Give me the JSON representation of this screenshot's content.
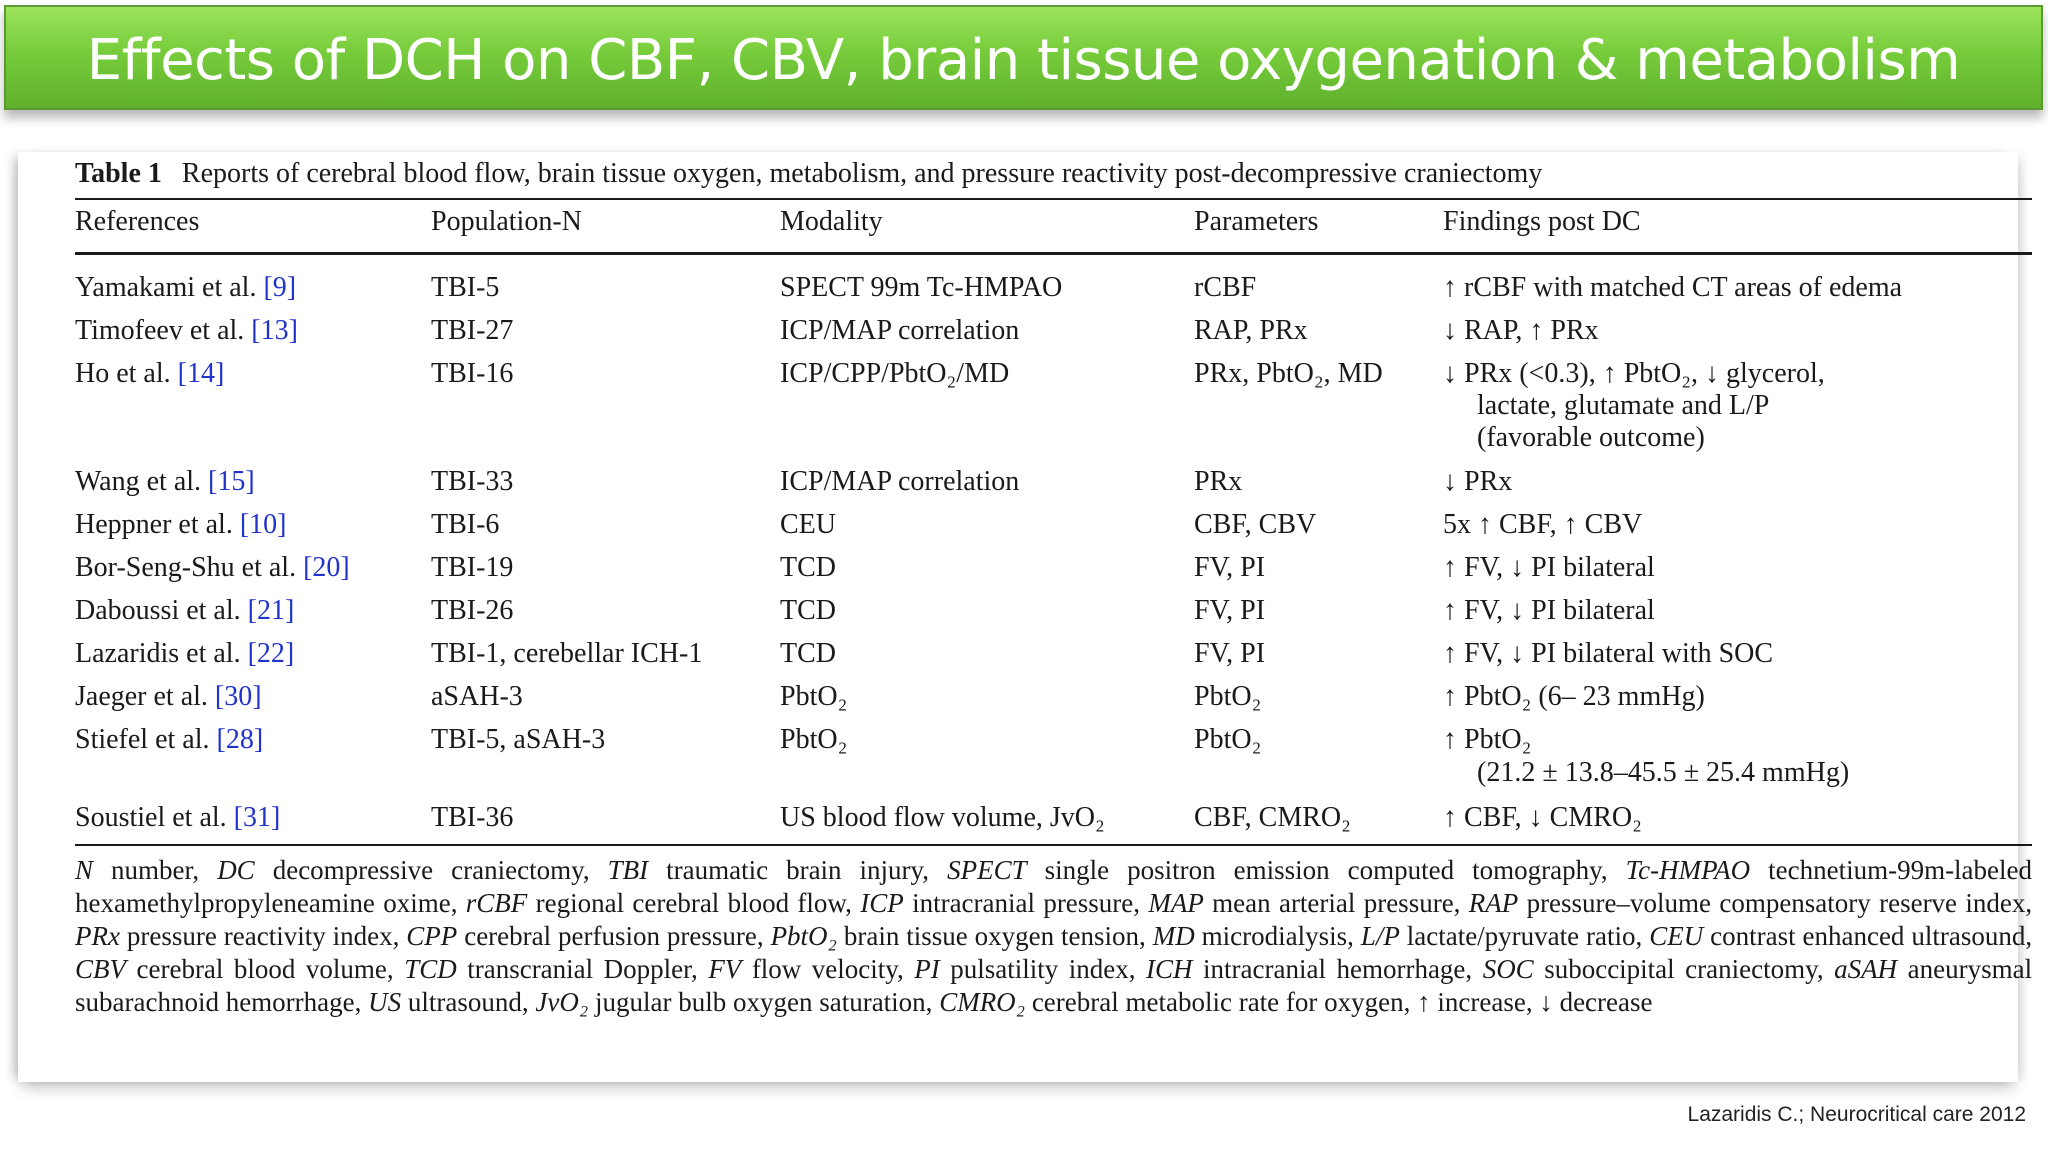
{
  "title": "Effects of DCH on CBF, CBV, brain tissue oxygenation & metabolism",
  "table": {
    "caption_number": "Table 1",
    "caption_text": "Reports of cerebral blood flow, brain tissue oxygen, metabolism, and pressure reactivity post-decompressive craniectomy",
    "columns": [
      "References",
      "Population-N",
      "Modality",
      "Parameters",
      "Findings post DC"
    ],
    "rows": [
      {
        "ref_name": "Yamakami et al.",
        "ref_num": "[9]",
        "population": "TBI-5",
        "modality": "SPECT 99m Tc-HMPAO",
        "parameters": "rCBF",
        "findings": [
          "↑ rCBF with matched CT areas of edema"
        ]
      },
      {
        "ref_name": "Timofeev et al.",
        "ref_num": "[13]",
        "population": "TBI-27",
        "modality": "ICP/MAP correlation",
        "parameters": "RAP, PRx",
        "findings": [
          "↓ RAP, ↑ PRx"
        ]
      },
      {
        "ref_name": "Ho et al.",
        "ref_num": "[14]",
        "population": "TBI-16",
        "modality": "ICP/CPP/PbtO₂/MD",
        "parameters": "PRx, PbtO₂, MD",
        "findings": [
          "↓ PRx (<0.3), ↑ PbtO₂, ↓ glycerol,",
          "lactate, glutamate and L/P",
          "(favorable outcome)"
        ]
      },
      {
        "ref_name": "Wang et al.",
        "ref_num": "[15]",
        "population": "TBI-33",
        "modality": "ICP/MAP correlation",
        "parameters": "PRx",
        "findings": [
          "↓ PRx"
        ]
      },
      {
        "ref_name": "Heppner et al.",
        "ref_num": "[10]",
        "population": "TBI-6",
        "modality": "CEU",
        "parameters": "CBF, CBV",
        "findings": [
          "5x ↑ CBF, ↑ CBV"
        ]
      },
      {
        "ref_name": "Bor-Seng-Shu et al.",
        "ref_num": "[20]",
        "population": "TBI-19",
        "modality": "TCD",
        "parameters": "FV, PI",
        "findings": [
          "↑ FV, ↓ PI bilateral"
        ]
      },
      {
        "ref_name": "Daboussi et al.",
        "ref_num": "[21]",
        "population": "TBI-26",
        "modality": "TCD",
        "parameters": "FV, PI",
        "findings": [
          "↑ FV, ↓ PI bilateral"
        ]
      },
      {
        "ref_name": "Lazaridis et al.",
        "ref_num": "[22]",
        "population": "TBI-1, cerebellar ICH-1",
        "modality": "TCD",
        "parameters": "FV, PI",
        "findings": [
          "↑ FV, ↓ PI bilateral with SOC"
        ]
      },
      {
        "ref_name": "Jaeger et al.",
        "ref_num": "[30]",
        "population": "aSAH-3",
        "modality": "PbtO₂",
        "parameters": "PbtO₂",
        "findings": [
          "↑ PbtO₂ (6– 23 mmHg)"
        ]
      },
      {
        "ref_name": "Stiefel et al.",
        "ref_num": "[28]",
        "population": "TBI-5, aSAH-3",
        "modality": "PbtO₂",
        "parameters": "PbtO₂",
        "findings": [
          "↑ PbtO₂",
          "(21.2 ± 13.8–45.5 ± 25.4 mmHg)"
        ]
      },
      {
        "ref_name": "Soustiel et al.",
        "ref_num": "[31]",
        "population": "TBI-36",
        "modality": "US blood flow volume, JvO₂",
        "parameters": "CBF, CMRO₂",
        "findings": [
          "↑ CBF, ↓ CMRO₂"
        ]
      }
    ],
    "footnote": [
      {
        "abbr": "N",
        "def": "number,"
      },
      {
        "abbr": "DC",
        "def": "decompressive craniectomy,"
      },
      {
        "abbr": "TBI",
        "def": "traumatic brain injury,"
      },
      {
        "abbr": "SPECT",
        "def": "single positron emission computed tomography,"
      },
      {
        "abbr": "Tc-HMPAO",
        "def": "technetium-99m-labeled hexamethylpropyleneamine oxime,"
      },
      {
        "abbr": "rCBF",
        "def": "regional cerebral blood flow,"
      },
      {
        "abbr": "ICP",
        "def": "intracranial pressure,"
      },
      {
        "abbr": "MAP",
        "def": "mean arterial pressure,"
      },
      {
        "abbr": "RAP",
        "def": "pressure–volume compensatory reserve index,"
      },
      {
        "abbr": "PRx",
        "def": "pressure reactivity index,"
      },
      {
        "abbr": "CPP",
        "def": "cerebral perfusion pressure,"
      },
      {
        "abbr": "PbtO₂",
        "def": "brain tissue oxygen tension,"
      },
      {
        "abbr": "MD",
        "def": "microdialysis,"
      },
      {
        "abbr": "L/P",
        "def": "lactate/pyruvate ratio,"
      },
      {
        "abbr": "CEU",
        "def": "contrast enhanced ultrasound,"
      },
      {
        "abbr": "CBV",
        "def": "cerebral blood volume,"
      },
      {
        "abbr": "TCD",
        "def": "transcranial Doppler,"
      },
      {
        "abbr": "FV",
        "def": "flow velocity,"
      },
      {
        "abbr": "PI",
        "def": "pulsatility index,"
      },
      {
        "abbr": "ICH",
        "def": "intracranial hemorrhage,"
      },
      {
        "abbr": "SOC",
        "def": "suboccipital craniectomy,"
      },
      {
        "abbr": "aSAH",
        "def": "aneurysmal subarachnoid hemorrhage,"
      },
      {
        "abbr": "US",
        "def": "ultrasound,"
      },
      {
        "abbr": "JvO₂",
        "def": "jugular bulb oxygen saturation,"
      },
      {
        "abbr": "CMRO₂",
        "def": "cerebral metabolic rate for oxygen,"
      },
      {
        "abbr": "↑",
        "def": "increase,"
      },
      {
        "abbr": "↓",
        "def": "decrease"
      }
    ]
  },
  "citation": "Lazaridis C.; Neurocritical care 2012",
  "colors": {
    "banner_green": "#77cc3b",
    "banner_text": "#ffffff",
    "reference_link": "#2233cc",
    "table_text": "#1a1a1a"
  }
}
